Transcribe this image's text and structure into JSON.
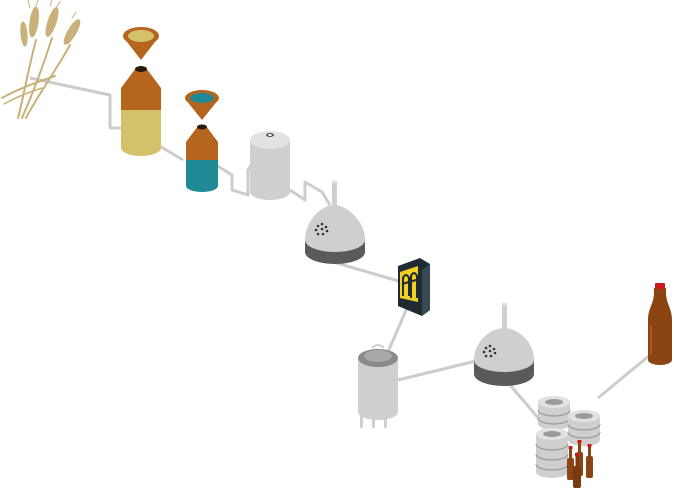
{
  "diagram": {
    "style": "isometric brewing process illustration",
    "stages": [
      {
        "id": "barley",
        "icon": "barley-icon"
      },
      {
        "id": "malt-silo",
        "icon": "silo-icon"
      },
      {
        "id": "grist-silo",
        "icon": "silo-icon"
      },
      {
        "id": "mash-tun",
        "icon": "tank-icon"
      },
      {
        "id": "brew-kettle",
        "icon": "kettle-icon"
      },
      {
        "id": "plate-cooler",
        "icon": "heat-exchanger-icon"
      },
      {
        "id": "fermentation-tank",
        "icon": "fermenter-icon"
      },
      {
        "id": "conditioning-kettle",
        "icon": "kettle-icon"
      },
      {
        "id": "kegs-and-bottles",
        "icon": "keg-icon"
      },
      {
        "id": "beer-bottle",
        "icon": "bottle-icon"
      }
    ],
    "colors": {
      "pipe": "#cccccc",
      "amber": "#b5651d",
      "tan": "#d4c26a",
      "teal": "#1f8a96",
      "steel_light": "#cfcfcf",
      "steel_dark": "#5a5a5a",
      "cooler_yellow": "#f0d020",
      "cooler_dark": "#1f2a33",
      "bottle_brown": "#8b4513",
      "bottle_cap": "#cc1a1a",
      "barley": "#c8b27a"
    }
  }
}
